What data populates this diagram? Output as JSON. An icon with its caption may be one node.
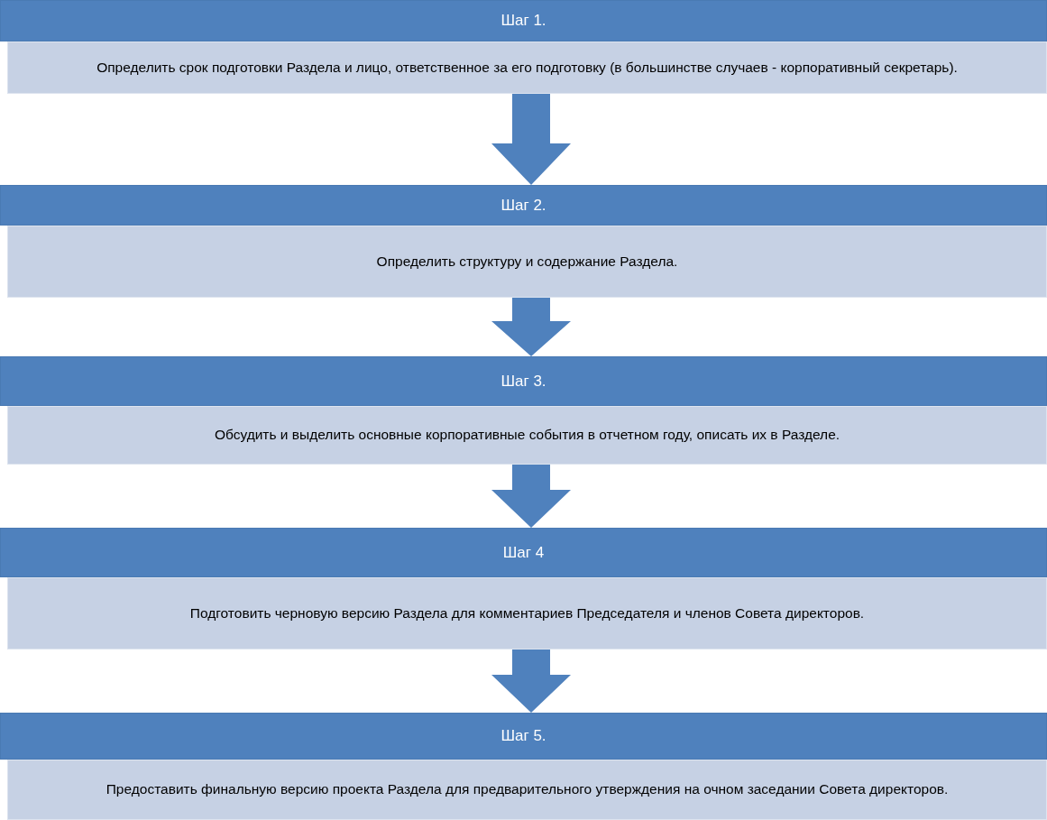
{
  "diagram": {
    "nodes": [
      {
        "text": [
          "Шаг 1.",
          "Определить срок подготовки Раздела и лицо, ответственное за его подготовку (в большинстве случаев - корпоративный секретарь)."
        ]
      },
      {
        "text": [
          "Шаг 2.",
          "Определить структуру и содержание Раздела."
        ]
      },
      {
        "text": [
          "Шаг 3.",
          "Обсудить и выделить основные корпоративные события в отчетном году, описать их в Разделе."
        ]
      },
      {
        "text": [
          "Шаг 4",
          "Подготовить черновую версию Раздела для комментариев Председателя и членов Совета директоров."
        ]
      },
      {
        "text": [
          "Шаг 5.",
          "Предоставить финальную версию проекта Раздела для предварительного утверждения на очном заседании Совета директоров."
        ]
      }
    ],
    "edges": [
      {
        "from": 0,
        "to": 1,
        "arrow": "to"
      },
      {
        "from": 1,
        "to": 2,
        "arrow": "to"
      },
      {
        "from": 2,
        "to": 3,
        "arrow": "to"
      },
      {
        "from": 3,
        "to": 4,
        "arrow": "to"
      }
    ]
  }
}
